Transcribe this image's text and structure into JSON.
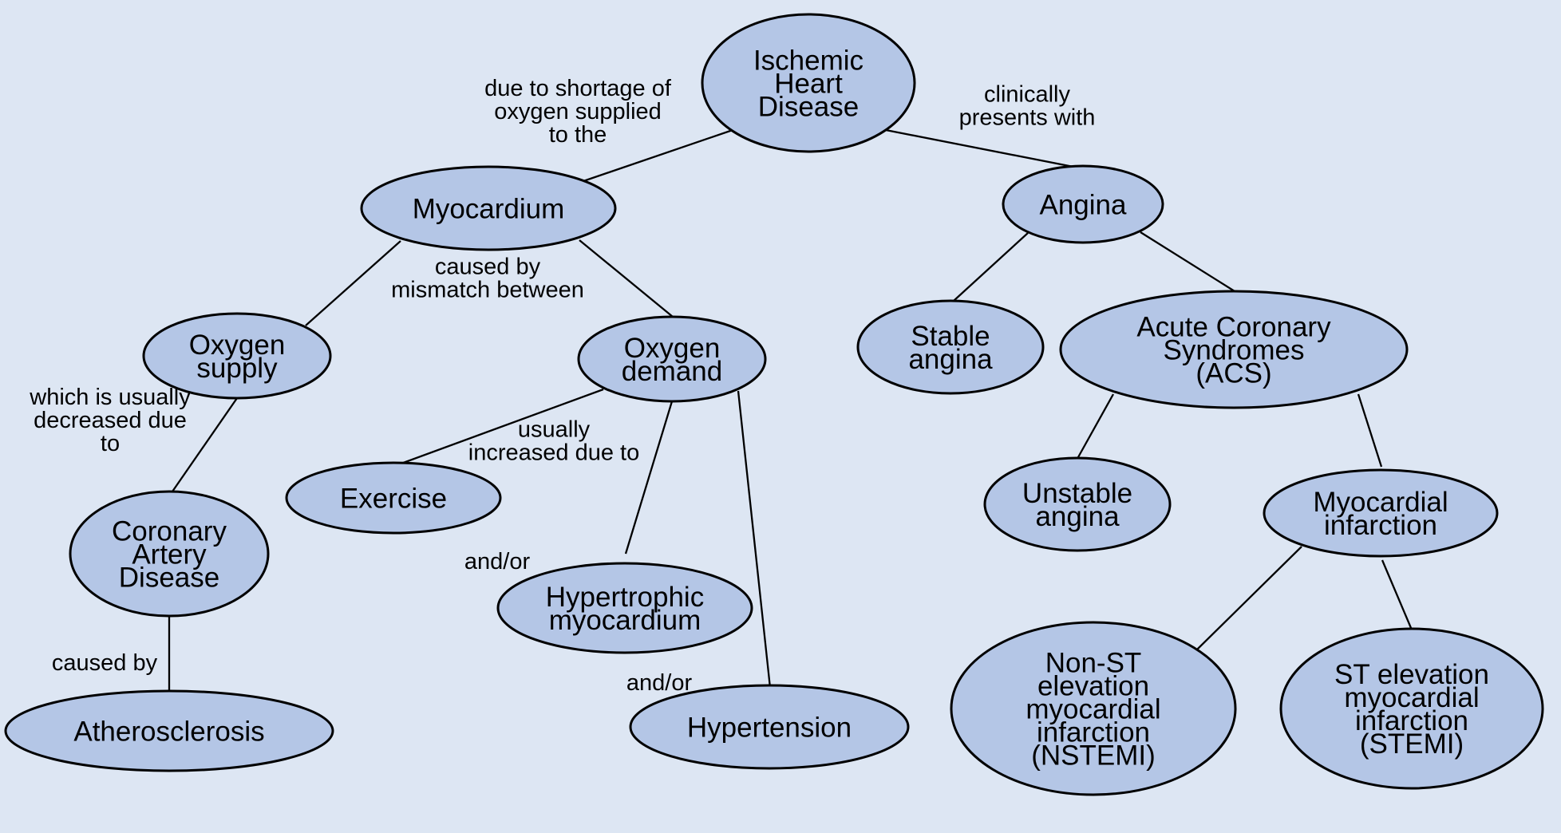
{
  "nodes": {
    "ihd": [
      "Ischemic",
      "Heart",
      "Disease"
    ],
    "myocardium": [
      "Myocardium"
    ],
    "angina": [
      "Angina"
    ],
    "oxygen_supply": [
      "Oxygen",
      "supply"
    ],
    "oxygen_demand": [
      "Oxygen",
      "demand"
    ],
    "stable_angina": [
      "Stable",
      "angina"
    ],
    "acs": [
      "Acute Coronary",
      "Syndromes",
      "(ACS)"
    ],
    "cad": [
      "Coronary",
      "Artery",
      "Disease"
    ],
    "exercise": [
      "Exercise"
    ],
    "unstable_angina": [
      "Unstable",
      "angina"
    ],
    "mi": [
      "Myocardial",
      "infarction"
    ],
    "hypertrophic": [
      "Hypertrophic",
      "myocardium"
    ],
    "atherosclerosis": [
      "Atherosclerosis"
    ],
    "hypertension": [
      "Hypertension"
    ],
    "nstemi": [
      "Non-ST",
      "elevation",
      "myocardial",
      "infarction",
      "(NSTEMI)"
    ],
    "stemi": [
      "ST elevation",
      "myocardial",
      "infarction",
      "(STEMI)"
    ]
  },
  "edge_labels": {
    "due_to_shortage": [
      "due to shortage of",
      "oxygen supplied",
      "to the"
    ],
    "clinically_presents": [
      "clinically",
      "presents with"
    ],
    "caused_by_mismatch": [
      "caused by",
      "mismatch between"
    ],
    "usually_decreased": [
      "which is usually",
      "decreased due",
      "to"
    ],
    "usually_increased": [
      "usually",
      "increased due to"
    ],
    "and_or_1": [
      "and/or"
    ],
    "and_or_2": [
      "and/or"
    ],
    "caused_by": [
      "caused by"
    ]
  }
}
